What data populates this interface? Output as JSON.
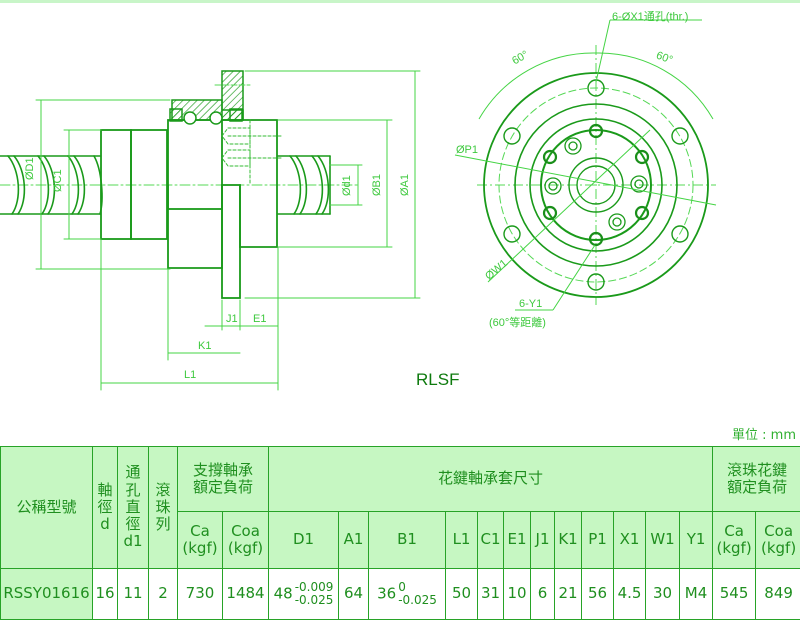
{
  "drawing": {
    "model_title": "RLSF",
    "side_view_labels": {
      "d1_dia": "ØD1",
      "c1_dia": "ØC1",
      "small_d1_dia": "Ød1",
      "b1_dia": "ØB1",
      "a1_dia": "ØA1",
      "j1": "J1",
      "e1": "E1",
      "k1": "K1",
      "l1": "L1"
    },
    "front_view_labels": {
      "x1_holes": "6-ØX1",
      "x1_holes_note": "通孔(thr.)",
      "angle_left": "60°",
      "angle_right": "60°",
      "p1_dia": "ØP1",
      "w1_dia": "ØW1",
      "y1_holes": "6-Y1",
      "y1_note": "(60°等距離)"
    }
  },
  "unit_label": "單位 : mm",
  "table": {
    "headers": {
      "model": "公稱型號",
      "shaft_dia": [
        "軸",
        "徑",
        "d"
      ],
      "thru_hole": [
        "通",
        "孔",
        "直",
        "徑",
        "d1"
      ],
      "ball_rows": [
        "滾",
        "珠",
        "列"
      ],
      "support_bearing_load": [
        "支撐軸承",
        "額定負荷"
      ],
      "housing_dims": "花鍵軸承套尺寸",
      "spline_load": [
        "滾珠花鍵",
        "額定負荷"
      ],
      "sub": {
        "ca1": [
          "Ca",
          "(kgf)"
        ],
        "coa1": [
          "Coa",
          "(kgf)"
        ],
        "D1": "D1",
        "A1": "A1",
        "B1": "B1",
        "L1": "L1",
        "C1": "C1",
        "E1": "E1",
        "J1": "J1",
        "K1": "K1",
        "P1": "P1",
        "X1": "X1",
        "W1": "W1",
        "Y1": "Y1",
        "ca2": [
          "Ca",
          "(kgf)"
        ],
        "coa2": [
          "Coa",
          "(kgf)"
        ]
      }
    },
    "rows": [
      {
        "model": "RSSY01616",
        "d": "16",
        "d1": "11",
        "ball_rows": "2",
        "ca_support": "730",
        "coa_support": "1484",
        "D1": {
          "nominal": "48",
          "upper": "-0.009",
          "lower": "-0.025"
        },
        "A1": "64",
        "B1": {
          "nominal": "36",
          "upper": "0",
          "lower": "-0.025"
        },
        "L1": "50",
        "C1": "31",
        "E1": "10",
        "J1": "6",
        "K1": "21",
        "P1": "56",
        "X1": "4.5",
        "W1": "30",
        "Y1": "M4",
        "ca_spline": "545",
        "coa_spline": "849"
      }
    ]
  },
  "colors": {
    "line_light": "#44d444",
    "line_dark": "#1a8f1a",
    "header_bg": "#c6f7c2",
    "text": "#1f8f1f"
  }
}
